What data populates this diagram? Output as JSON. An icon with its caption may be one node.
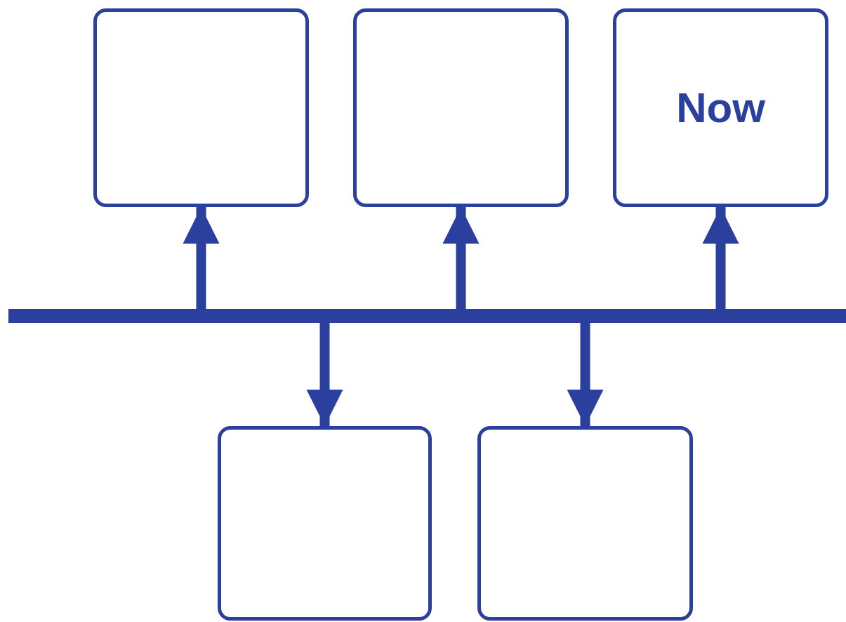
{
  "diagram": {
    "nodes": [
      {
        "text": [],
        "shape": "box"
      },
      {
        "text": [],
        "shape": "box"
      },
      {
        "text": [
          "Now"
        ]
      },
      {
        "text": [],
        "shape": "bar"
      },
      {
        "text": [],
        "shape": "box"
      },
      {
        "text": [],
        "shape": "box"
      }
    ],
    "edges": [
      {
        "from": 3,
        "to": 0,
        "arrow": "to"
      },
      {
        "from": 3,
        "to": 1,
        "arrow": "to"
      },
      {
        "from": 3,
        "to": 2,
        "arrow": "to"
      },
      {
        "from": 3,
        "to": 4,
        "arrow": "to"
      },
      {
        "from": 3,
        "to": 5,
        "arrow": "to"
      }
    ]
  }
}
